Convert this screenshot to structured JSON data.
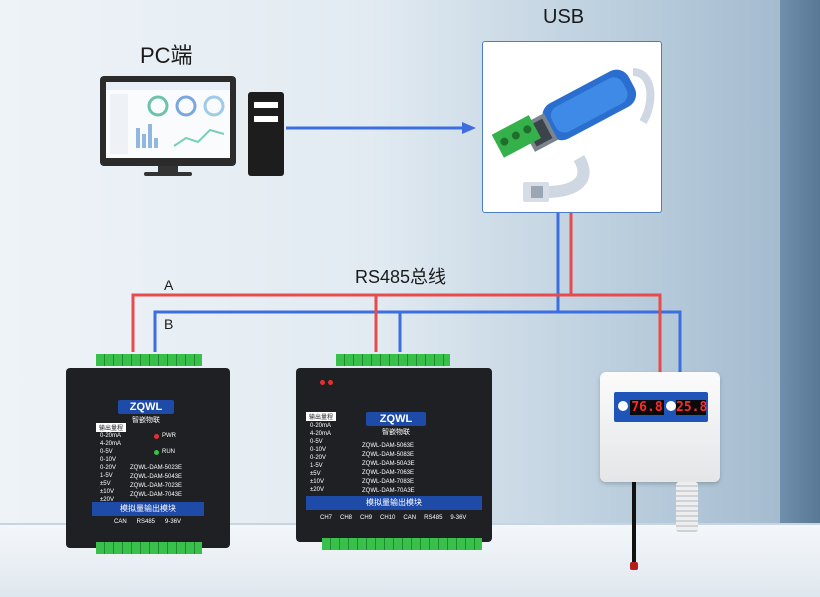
{
  "labels": {
    "pc": "PC端",
    "usb": "USB",
    "bus": "RS485总线",
    "line_a": "A",
    "line_b": "B"
  },
  "colors": {
    "line_a": "#e84b4b",
    "line_b": "#3d6ee0",
    "usb_frame": "#4b7fc1",
    "module_body": "#1e2023",
    "module_accent": "#1e4aa8",
    "terminal_green": "#39c04a",
    "sensor_digits": "#ff2a2a"
  },
  "module1": {
    "brand": "ZQWL",
    "brand_sub": "智嵌物联",
    "title": "模拟量输出模块",
    "header": "输出量程",
    "ranges": [
      "0-20mA",
      "4-20mA",
      "0-5V",
      "0-10V",
      "0-20V",
      "1-5V",
      "±5V",
      "±10V",
      "±20V"
    ],
    "models": [
      "ZQWL-DAM-5023E",
      "ZQWL-DAM-5043E",
      "ZQWL-DAM-7023E",
      "ZQWL-DAM-7043E"
    ],
    "leds": [
      "PWR",
      "RUN"
    ],
    "ports": [
      "CAN",
      "RS485",
      "9-36V"
    ]
  },
  "module2": {
    "brand": "ZQWL",
    "brand_sub": "智嵌物联",
    "title": "模拟量输出模块",
    "header": "输出量程",
    "ranges": [
      "0-20mA",
      "4-20mA",
      "0-5V",
      "0-10V",
      "0-20V",
      "1-5V",
      "±5V",
      "±10V",
      "±20V"
    ],
    "models": [
      "ZQWL-DAM-5063E",
      "ZQWL-DAM-5083E",
      "ZQWL-DAM-50A3E",
      "ZQWL-DAM-7063E",
      "ZQWL-DAM-7083E",
      "ZQWL-DAM-70A3E"
    ],
    "ports": [
      "CH7",
      "CH8",
      "CH9",
      "CH10",
      "CAN",
      "RS485",
      "9-36V"
    ]
  },
  "sensor": {
    "humidity": "76.8",
    "temperature": "25.8"
  }
}
